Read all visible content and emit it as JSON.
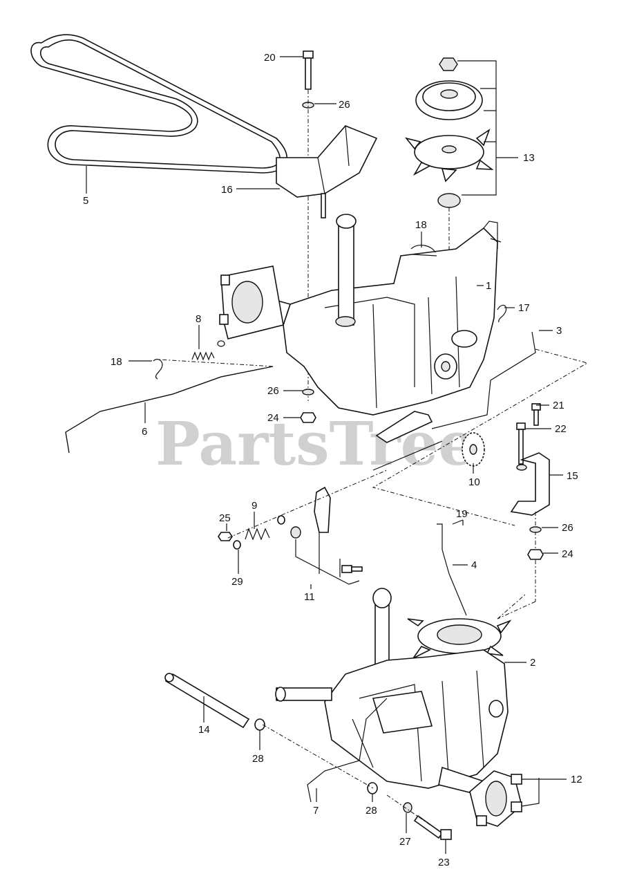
{
  "watermark": "PartsTree",
  "callouts": [
    {
      "id": "c1",
      "text": "1"
    },
    {
      "id": "c2",
      "text": "2"
    },
    {
      "id": "c3",
      "text": "3"
    },
    {
      "id": "c4",
      "text": "4"
    },
    {
      "id": "c5",
      "text": "5"
    },
    {
      "id": "c6",
      "text": "6"
    },
    {
      "id": "c7",
      "text": "7"
    },
    {
      "id": "c8",
      "text": "8"
    },
    {
      "id": "c9",
      "text": "9"
    },
    {
      "id": "c10",
      "text": "10"
    },
    {
      "id": "c11",
      "text": "11"
    },
    {
      "id": "c12",
      "text": "12"
    },
    {
      "id": "c13",
      "text": "13"
    },
    {
      "id": "c14",
      "text": "14"
    },
    {
      "id": "c15",
      "text": "15"
    },
    {
      "id": "c16",
      "text": "16"
    },
    {
      "id": "c17",
      "text": "17"
    },
    {
      "id": "c18a",
      "text": "18"
    },
    {
      "id": "c18b",
      "text": "18"
    },
    {
      "id": "c19",
      "text": "19"
    },
    {
      "id": "c20",
      "text": "20"
    },
    {
      "id": "c21",
      "text": "21"
    },
    {
      "id": "c22",
      "text": "22"
    },
    {
      "id": "c23",
      "text": "23"
    },
    {
      "id": "c24a",
      "text": "24"
    },
    {
      "id": "c24b",
      "text": "24"
    },
    {
      "id": "c25",
      "text": "25"
    },
    {
      "id": "c26a",
      "text": "26"
    },
    {
      "id": "c26b",
      "text": "26"
    },
    {
      "id": "c26c",
      "text": "26"
    },
    {
      "id": "c27",
      "text": "27"
    },
    {
      "id": "c28a",
      "text": "28"
    },
    {
      "id": "c28b",
      "text": "28"
    },
    {
      "id": "c29",
      "text": "29"
    }
  ]
}
